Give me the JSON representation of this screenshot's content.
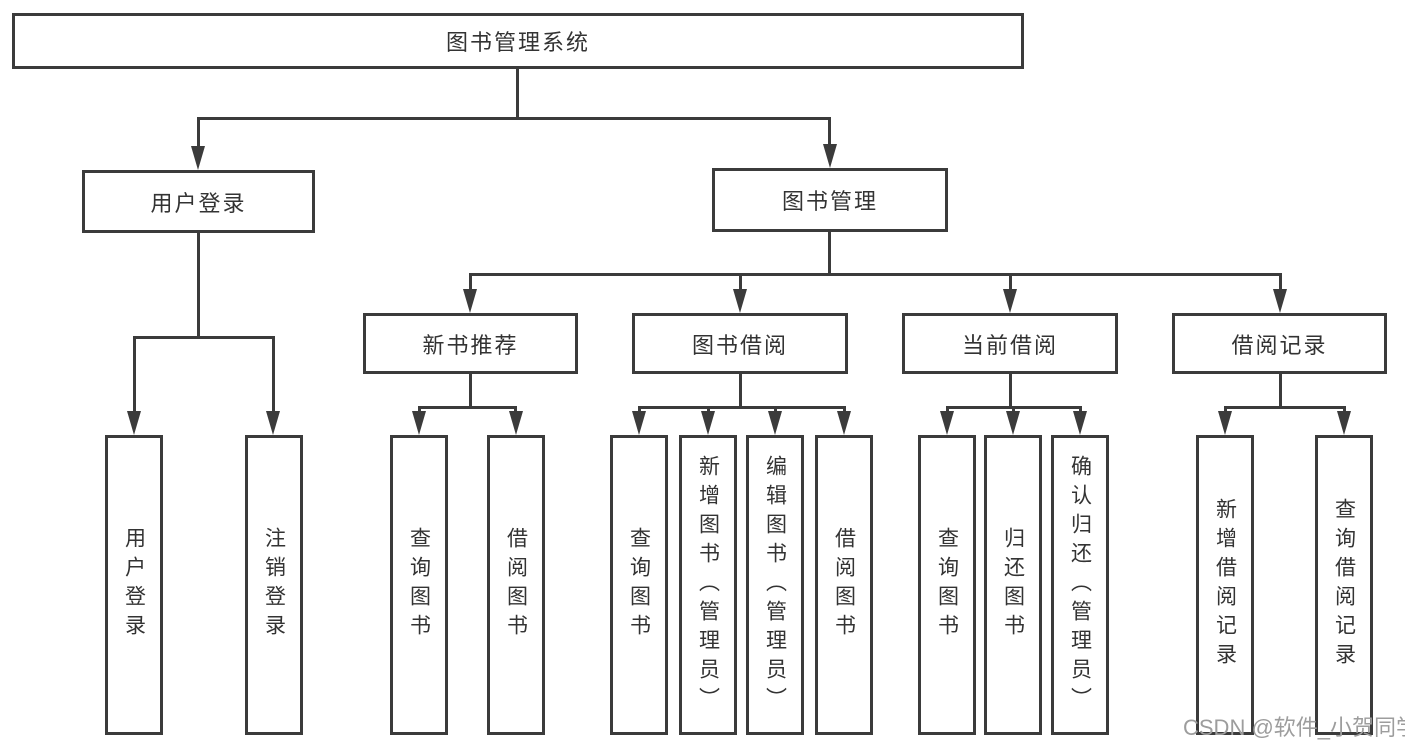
{
  "nodes": {
    "root": "图书管理系统",
    "login": "用户登录",
    "manage": "图书管理",
    "recommend": "新书推荐",
    "borrow": "图书借阅",
    "current": "当前借阅",
    "record": "借阅记录"
  },
  "leaves": {
    "login": [
      "用户登录",
      "注销登录"
    ],
    "recommend": [
      "查询图书",
      "借阅图书"
    ],
    "borrow": [
      "查询图书",
      "新增图书（管理员）",
      "编辑图书（管理员）",
      "借阅图书"
    ],
    "current": [
      "查询图书",
      "归还图书",
      "确认归还（管理员）"
    ],
    "record": [
      "新增借阅记录",
      "查询借阅记录"
    ]
  },
  "watermark": "CSDN @软件_小贺同学",
  "colors": {
    "line": "#3b3b3b",
    "text": "#333333",
    "watermark": "#9d9d9d",
    "background": "#ffffff"
  }
}
